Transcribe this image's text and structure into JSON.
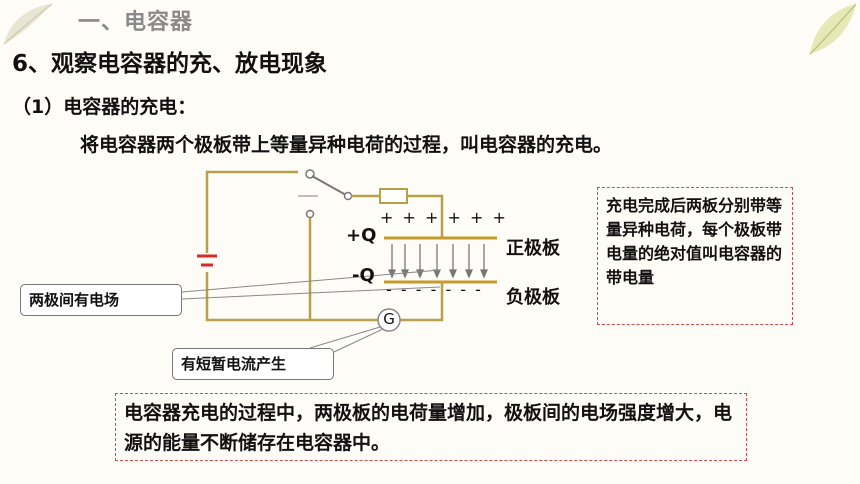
{
  "slide": {
    "section_heading": "一、电容器",
    "title": "6、观察电容器的充、放电现象",
    "subtitle": "（1）电容器的充电：",
    "definition": "将电容器两个极板带上等量异种电荷的过程，叫电容器的充电。",
    "note": "充电完成后两板分别带等量异种电荷，每个极板带电量的绝对值叫电容器的带电量",
    "summary": "电容器充电的过程中，两极板的电荷量增加，极板间的电场强度增大，电源的能量不断储存在电容器中。"
  },
  "diagram": {
    "plus_q": "+Q",
    "minus_q": "-Q",
    "plus_signs": "+ + + + + +",
    "minus_signs": "- - - - - - -",
    "positive_plate_label": "正极板",
    "negative_plate_label": "负极板",
    "galvanometer": "G",
    "callout_field": "两极间有电场",
    "callout_current": "有短暂电流产生"
  },
  "colors": {
    "wire": "#b8a04a",
    "plate": "#c49a2a",
    "battery_red": "#d42a2a",
    "box_border": "#d34a4a",
    "heading_gray": "#8a8a8a"
  }
}
